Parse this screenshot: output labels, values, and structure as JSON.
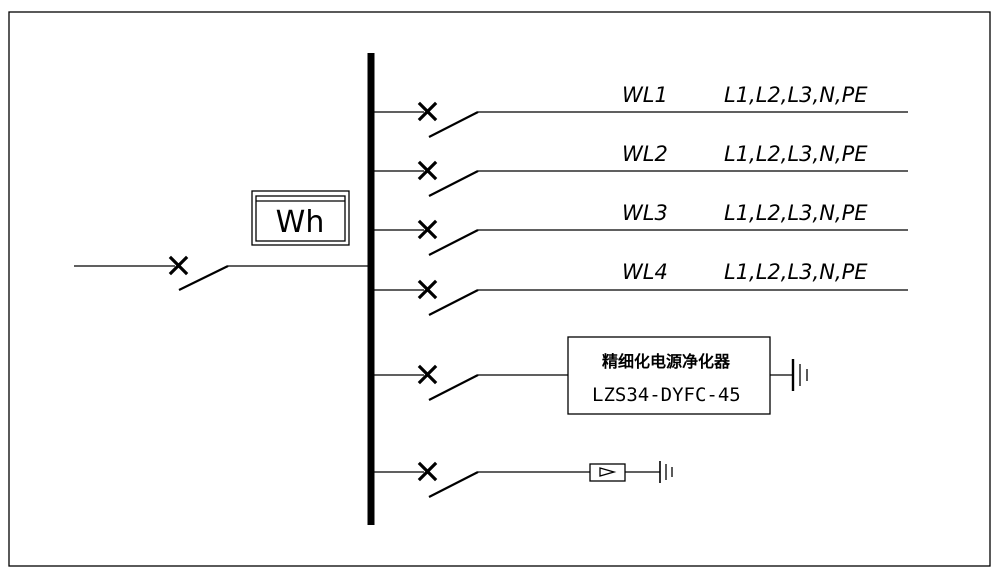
{
  "meter": {
    "label": "Wh"
  },
  "feeders": [
    {
      "name": "WL1",
      "conductors": "L1,L2,L3,N,PE"
    },
    {
      "name": "WL2",
      "conductors": "L1,L2,L3,N,PE"
    },
    {
      "name": "WL3",
      "conductors": "L1,L2,L3,N,PE"
    },
    {
      "name": "WL4",
      "conductors": "L1,L2,L3,N,PE"
    }
  ],
  "purifier": {
    "title": "精细化电源净化器",
    "model": "LZS34-DYFC-45"
  }
}
